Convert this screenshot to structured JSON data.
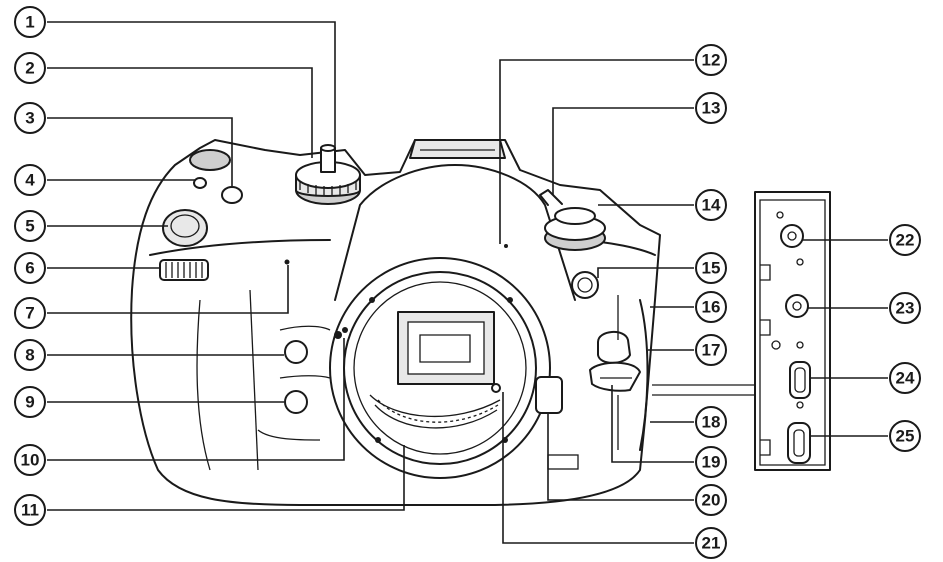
{
  "callouts": [
    {
      "label": "1"
    },
    {
      "label": "2"
    },
    {
      "label": "3"
    },
    {
      "label": "4"
    },
    {
      "label": "5"
    },
    {
      "label": "6"
    },
    {
      "label": "7"
    },
    {
      "label": "8"
    },
    {
      "label": "9"
    },
    {
      "label": "10"
    },
    {
      "label": "11"
    },
    {
      "label": "12"
    },
    {
      "label": "13"
    },
    {
      "label": "14"
    },
    {
      "label": "15"
    },
    {
      "label": "16"
    },
    {
      "label": "17"
    },
    {
      "label": "18"
    },
    {
      "label": "19"
    },
    {
      "label": "20"
    },
    {
      "label": "21"
    },
    {
      "label": "22"
    },
    {
      "label": "23"
    },
    {
      "label": "24"
    },
    {
      "label": "25"
    }
  ],
  "colors": {
    "line": "#1a1a1a",
    "background": "#ffffff",
    "shade": "#e8e8e8"
  }
}
